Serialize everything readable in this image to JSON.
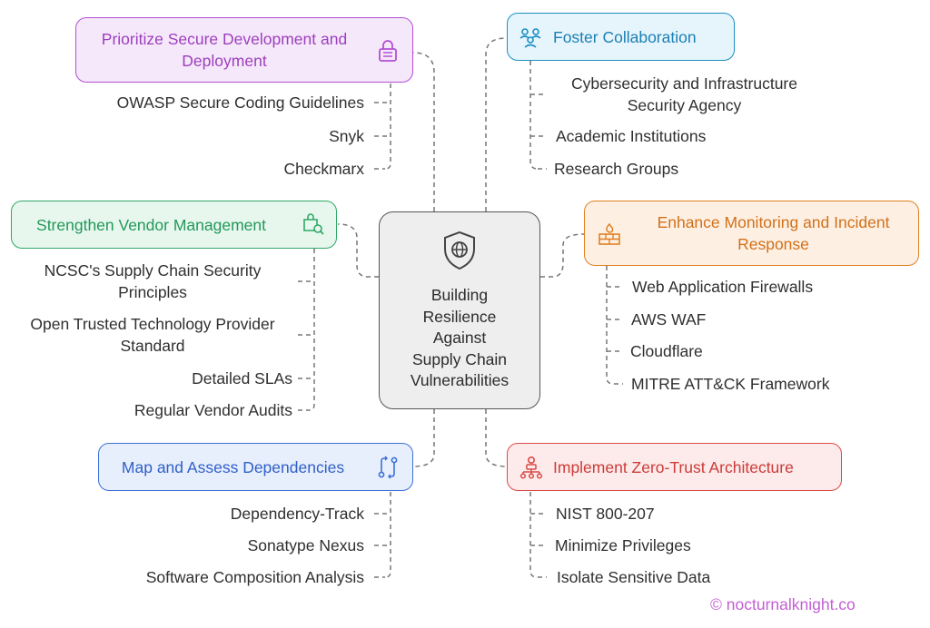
{
  "center": {
    "title": [
      "Building",
      "Resilience",
      "Against",
      "Supply Chain",
      "Vulnerabilities"
    ],
    "icon": "globe-shield-icon"
  },
  "branches": {
    "secure_dev": {
      "title": [
        "Prioritize Secure Development and",
        "Deployment"
      ],
      "icon": "lock-icon",
      "color": "#b44fd4",
      "fill": "#f6e8fb",
      "items": [
        "OWASP Secure Coding Guidelines",
        "Snyk",
        "Checkmarx"
      ]
    },
    "collaboration": {
      "title": [
        "Foster Collaboration"
      ],
      "icon": "people-network-icon",
      "color": "#1b8fc4",
      "fill": "#e6f5fc",
      "items": [
        [
          "Cybersecurity and Infrastructure",
          "Security Agency"
        ],
        "Academic Institutions",
        "Research Groups"
      ]
    },
    "vendor": {
      "title": [
        "Strengthen Vendor Management"
      ],
      "icon": "search-bag-icon",
      "color": "#2fa866",
      "fill": "#e8f7ee",
      "items": [
        [
          "NCSC's Supply Chain Security",
          "Principles"
        ],
        [
          "Open Trusted Technology Provider",
          "Standard"
        ],
        "Detailed SLAs",
        "Regular Vendor Audits"
      ]
    },
    "monitoring": {
      "title": [
        "Enhance Monitoring and Incident",
        "Response"
      ],
      "icon": "firewall-icon",
      "color": "#e07f22",
      "fill": "#fdf0e3",
      "items": [
        "Web Application Firewalls",
        "AWS WAF",
        "Cloudflare",
        "MITRE ATT&CK Framework"
      ]
    },
    "dependencies": {
      "title": [
        "Map and Assess Dependencies"
      ],
      "icon": "git-compare-icon",
      "color": "#3d6fd8",
      "fill": "#e8effc",
      "items": [
        "Dependency-Track",
        "Sonatype Nexus",
        "Software Composition Analysis"
      ]
    },
    "zerotrust": {
      "title": [
        "Implement Zero-Trust Architecture"
      ],
      "icon": "network-hierarchy-icon",
      "color": "#db4a48",
      "fill": "#fcebea",
      "items": [
        "NIST 800-207",
        "Minimize Privileges",
        "Isolate Sensitive Data"
      ]
    }
  },
  "footer": {
    "copyright": "© nocturnalknight.co",
    "color": "#c35fd4"
  }
}
